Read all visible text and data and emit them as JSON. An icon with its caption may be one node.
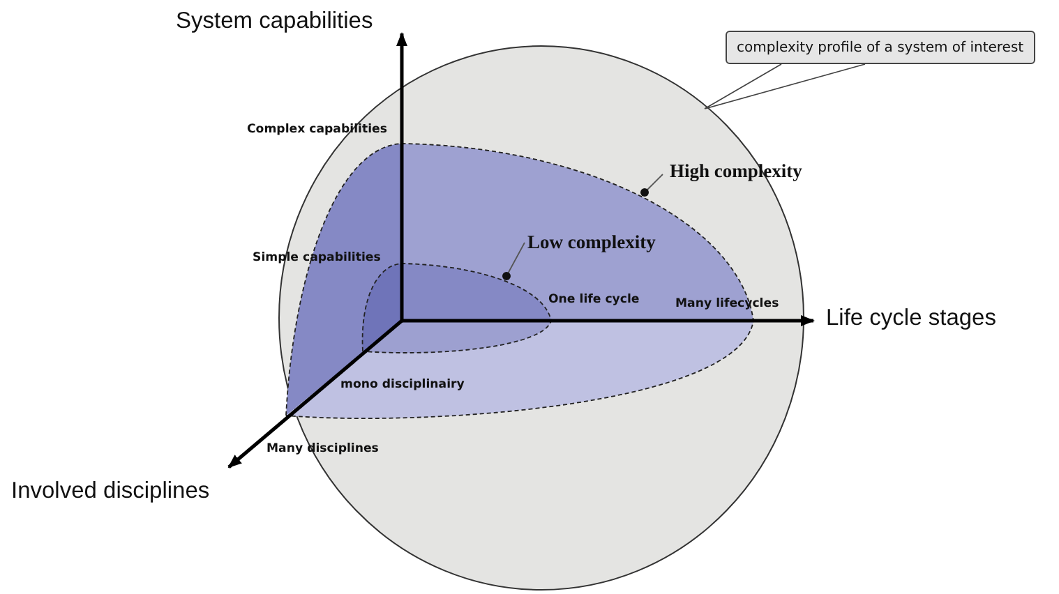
{
  "diagram": {
    "nodes": [
      {
        "text": [
          "complexity profile of a system of interest"
        ]
      },
      {
        "text": [],
        "shape": "circle"
      },
      {
        "text": [
          "High complexity"
        ],
        "in": 1
      },
      {
        "text": [],
        "shape": "surface",
        "in": 1
      },
      {
        "text": [
          "Low complexity"
        ],
        "in": 3
      },
      {
        "text": [],
        "shape": "surface",
        "in": 3
      }
    ],
    "edges": [
      {
        "from": 0,
        "to": 1,
        "arrow": "none"
      },
      {
        "from": 2,
        "to": 3,
        "arrow": "other"
      },
      {
        "from": 4,
        "to": 5,
        "arrow": "other"
      }
    ],
    "labels": [
      "System capabilities",
      "Complex capabilities",
      "Simple capabilities",
      "One life cycle",
      "Many lifecycles",
      "Life cycle stages",
      "mono disciplinairy",
      "Many disciplines",
      "Involved disciplines"
    ]
  }
}
